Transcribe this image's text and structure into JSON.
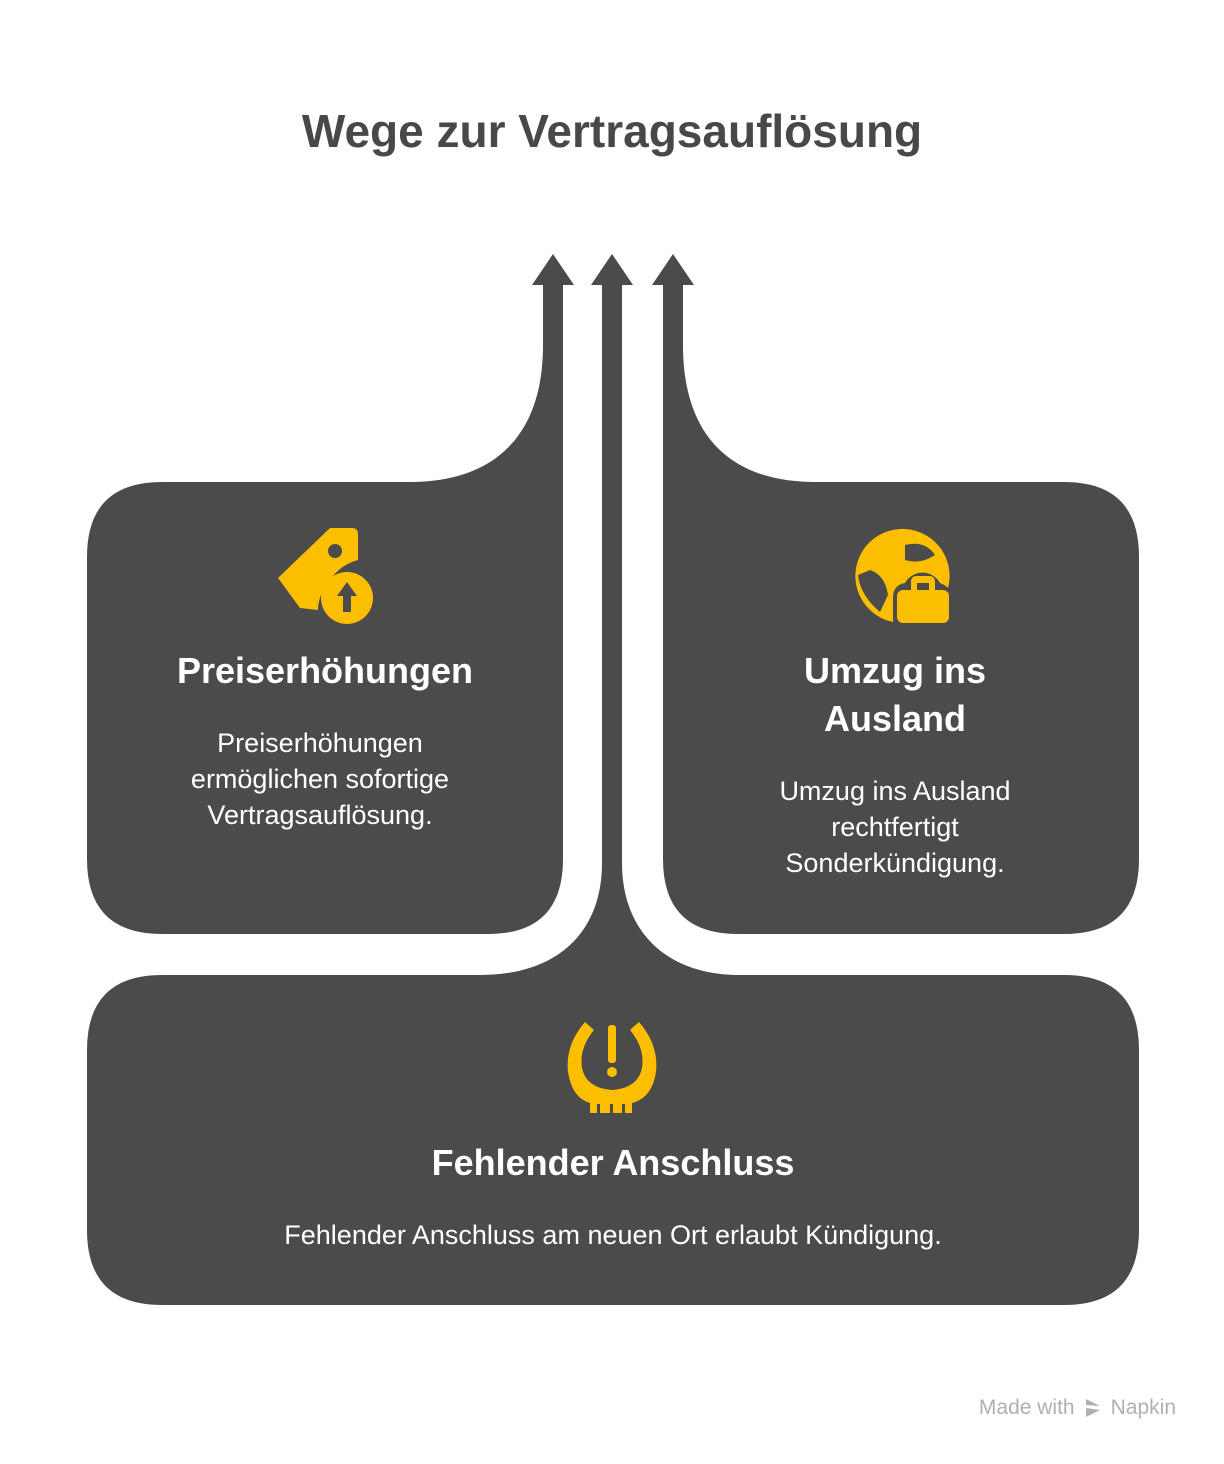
{
  "title": "Wege zur Vertragsauflösung",
  "colors": {
    "box": "#4b4b4b",
    "icon": "#fbbf00",
    "text": "#ffffff"
  },
  "items": [
    {
      "icon": "price-tag-up-icon",
      "heading": "Preiserhöhungen",
      "description": "Preiserhöhungen ermöglichen sofortige Vertragsauflösung."
    },
    {
      "icon": "globe-luggage-icon",
      "heading": "Umzug ins Ausland",
      "description": "Umzug ins Ausland rechtfertigt Sonderkündigung."
    },
    {
      "icon": "tire-pressure-warning-icon",
      "heading": "Fehlender Anschluss",
      "description": "Fehlender Anschluss am neuen Ort erlaubt Kündigung."
    }
  ],
  "footer": {
    "made_with": "Made with",
    "brand": "Napkin"
  }
}
